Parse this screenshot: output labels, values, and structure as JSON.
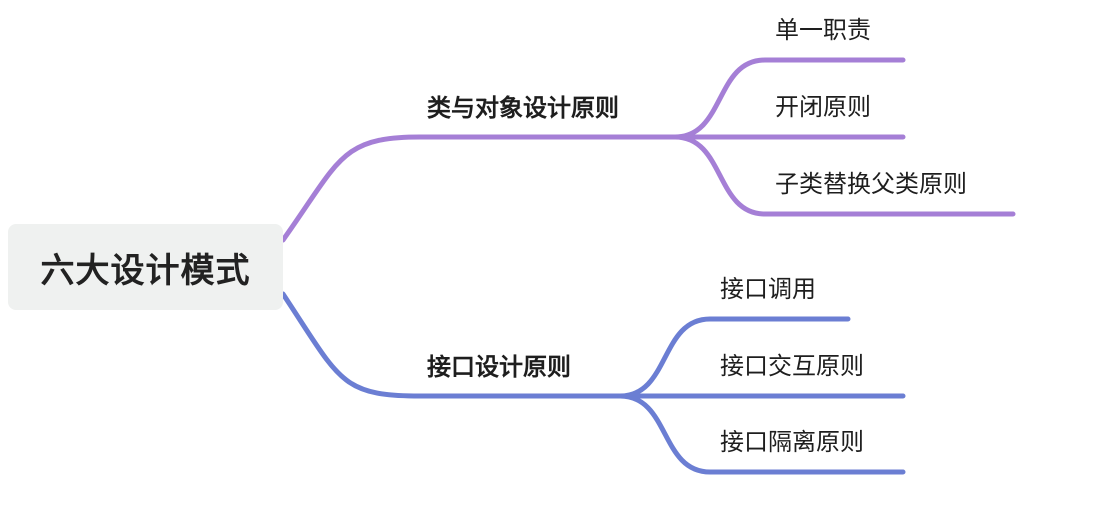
{
  "root": {
    "label": "六大设计模式"
  },
  "branches": [
    {
      "label": "类与对象设计原则",
      "color": "#a57fd6",
      "children": [
        {
          "label": "单一职责"
        },
        {
          "label": "开闭原则"
        },
        {
          "label": "子类替换父类原则"
        }
      ]
    },
    {
      "label": "接口设计原则",
      "color": "#6b7ed3",
      "children": [
        {
          "label": "接口调用"
        },
        {
          "label": "接口交互原则"
        },
        {
          "label": "接口隔离原则"
        }
      ]
    }
  ]
}
